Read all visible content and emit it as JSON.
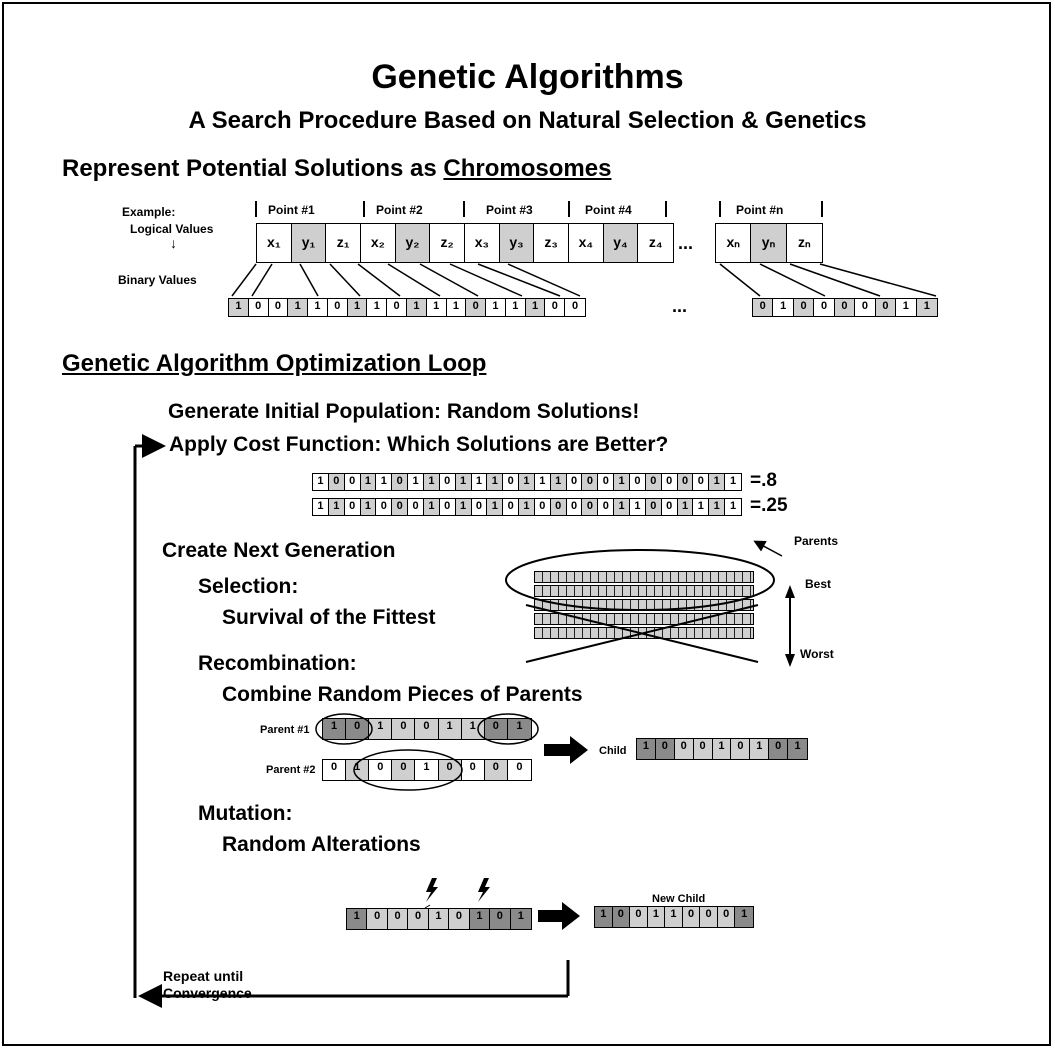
{
  "title": "Genetic Algorithms",
  "subtitle": "A Search Procedure Based on Natural Selection & Genetics",
  "section1": {
    "heading_prefix": "Represent Potential Solutions as ",
    "heading_underlined": "Chromosomes",
    "example_label": "Example:",
    "logical_label": "Logical Values",
    "arrow_label": "↓",
    "binary_label": "Binary Values",
    "point_labels": [
      "Point #1",
      "Point #2",
      "Point #3",
      "Point #4",
      "Point #n"
    ],
    "logical_cells": [
      "x₁",
      "y₁",
      "z₁",
      "x₂",
      "y₂",
      "z₂",
      "x₃",
      "y₃",
      "z₃",
      "x₄",
      "y₄",
      "z₄"
    ],
    "logical_cells_n": [
      "xₙ",
      "yₙ",
      "zₙ"
    ],
    "ellipsis": "...",
    "binary_cells": [
      "1",
      "0",
      "0",
      "1",
      "1",
      "0",
      "1",
      "1",
      "0",
      "1",
      "1",
      "1",
      "0",
      "1",
      "1",
      "1",
      "0",
      "0"
    ],
    "binary_cells_n": [
      "0",
      "1",
      "0",
      "0",
      "0",
      "0",
      "0",
      "1",
      "1"
    ]
  },
  "section2": {
    "heading": "Genetic Algorithm Optimization Loop",
    "generate": "Generate Initial Population: Random Solutions!",
    "apply_cost": "Apply Cost Function: Which Solutions are Better?",
    "cost_rows": [
      {
        "bits": [
          "1",
          "0",
          "0",
          "1",
          "1",
          "0",
          "1",
          "1",
          "0",
          "1",
          "1",
          "1",
          "0",
          "1",
          "1",
          "1",
          "0",
          "0",
          "0",
          "1",
          "0",
          "0",
          "0",
          "0",
          "0",
          "1",
          "1"
        ],
        "score": "=.8"
      },
      {
        "bits": [
          "1",
          "1",
          "0",
          "1",
          "0",
          "0",
          "0",
          "1",
          "0",
          "1",
          "0",
          "1",
          "0",
          "1",
          "0",
          "0",
          "0",
          "0",
          "0",
          "1",
          "1",
          "0",
          "0",
          "1",
          "1",
          "1",
          "1"
        ],
        "score": "=.25"
      }
    ],
    "create_next": "Create Next Generation",
    "parents_label": "Parents",
    "best_label": "Best",
    "worst_label": "Worst",
    "selection_title": "Selection:",
    "selection_desc": "Survival of the Fittest",
    "recombination_title": "Recombination:",
    "recombination_desc": "Combine Random Pieces of Parents",
    "parent1_label": "Parent #1",
    "parent1_bits": [
      "1",
      "0",
      "1",
      "0",
      "0",
      "1",
      "1",
      "0",
      "1"
    ],
    "parent2_label": "Parent #2",
    "parent2_bits": [
      "0",
      "1",
      "0",
      "0",
      "1",
      "0",
      "0",
      "0",
      "0"
    ],
    "child_label": "Child",
    "child_bits": [
      "1",
      "0",
      "0",
      "0",
      "1",
      "0",
      "1",
      "0",
      "1"
    ],
    "mutation_title": "Mutation:",
    "mutation_desc": "Random Alterations",
    "mutation_before_bits": [
      "1",
      "0",
      "0",
      "0",
      "1",
      "0",
      "1",
      "0",
      "1"
    ],
    "new_child_label": "New Child",
    "mutation_after_bits": [
      "1",
      "0",
      "0",
      "1",
      "1",
      "0",
      "0",
      "0",
      "1"
    ],
    "repeat_line1": "Repeat until",
    "repeat_line2": "Convergence"
  }
}
